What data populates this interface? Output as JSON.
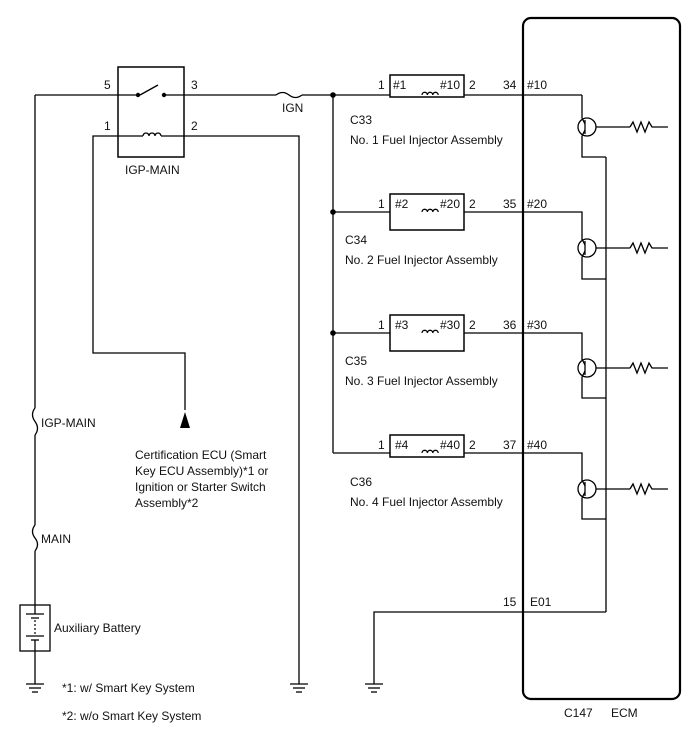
{
  "relay": {
    "label": "IGP-MAIN",
    "pin_5": "5",
    "pin_3": "3",
    "pin_1": "1",
    "pin_2": "2"
  },
  "fuses": {
    "ign": "IGN",
    "igp_main": "IGP-MAIN",
    "main": "MAIN"
  },
  "battery": {
    "label": "Auxiliary Battery"
  },
  "cert_ecu": {
    "lines": [
      "Certification ECU (Smart",
      "Key ECU Assembly)*1 or",
      "Ignition or Starter Switch",
      "Assembly*2"
    ]
  },
  "notes": [
    "*1: w/ Smart Key System",
    "*2: w/o Smart Key System"
  ],
  "injectors": [
    {
      "connector": "C33",
      "name": "No. 1 Fuel Injector Assembly",
      "pin_in": "1",
      "pin_out": "2",
      "tag_left": "#1",
      "tag_right": "#10",
      "ecu_pin": "34",
      "ecu_terminal": "#10"
    },
    {
      "connector": "C34",
      "name": "No. 2 Fuel Injector Assembly",
      "pin_in": "1",
      "pin_out": "2",
      "tag_left": "#2",
      "tag_right": "#20",
      "ecu_pin": "35",
      "ecu_terminal": "#20"
    },
    {
      "connector": "C35",
      "name": "No. 3 Fuel Injector Assembly",
      "pin_in": "1",
      "pin_out": "2",
      "tag_left": "#3",
      "tag_right": "#30",
      "ecu_pin": "36",
      "ecu_terminal": "#30"
    },
    {
      "connector": "C36",
      "name": "No. 4 Fuel Injector Assembly",
      "pin_in": "1",
      "pin_out": "2",
      "tag_left": "#4",
      "tag_right": "#40",
      "ecu_pin": "37",
      "ecu_terminal": "#40"
    }
  ],
  "ecm": {
    "connector": "C147",
    "label": "ECM",
    "ground_pin": "15",
    "ground_terminal": "E01"
  }
}
